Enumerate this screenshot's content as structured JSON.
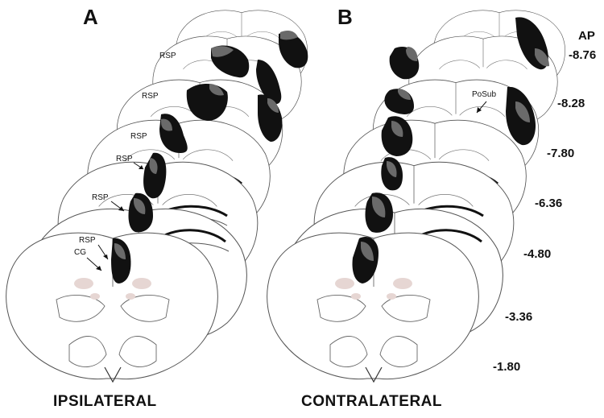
{
  "panels": {
    "left_letter": "A",
    "right_letter": "B",
    "left_caption": "IPSILATERAL",
    "right_caption": "CONTRALATERAL"
  },
  "ap_axis": {
    "title": "AP",
    "levels": [
      "-8.76",
      "-8.28",
      "-7.80",
      "-6.36",
      "-4.80",
      "-3.36",
      "-1.80"
    ]
  },
  "region_labels": {
    "rsp": "RSP",
    "cg": "CG",
    "posub": "PoSub"
  },
  "colors": {
    "outline": "#555555",
    "lesion_max": "#111111",
    "lesion_min": "#6a6a6a",
    "ventricle_tint": "#e6d6d3"
  }
}
